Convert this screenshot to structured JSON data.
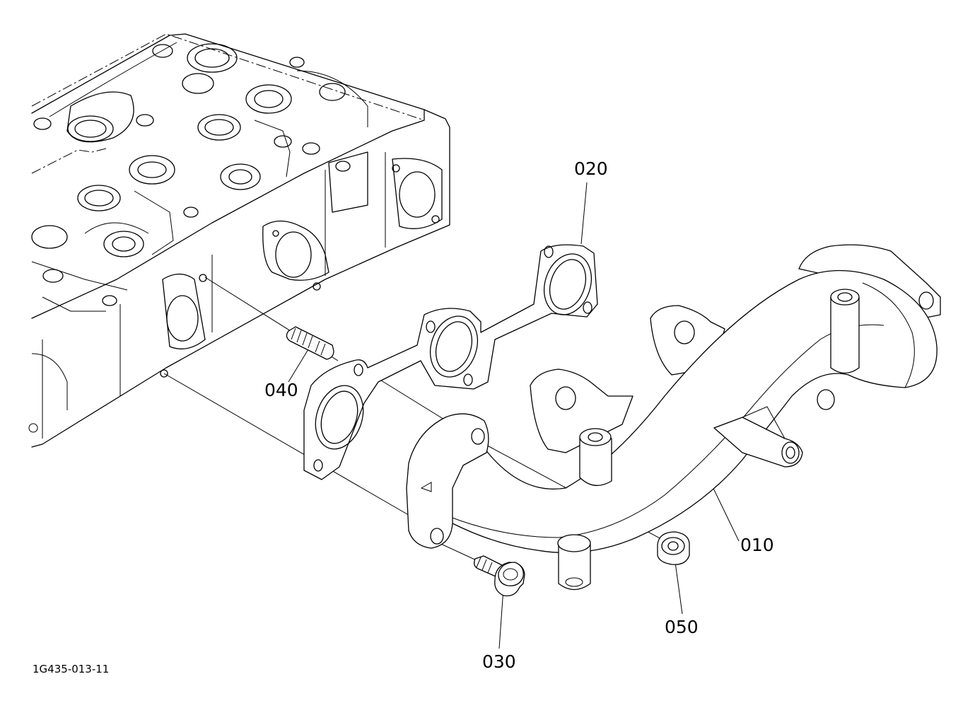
{
  "callouts": [
    {
      "id": "020",
      "label": "020"
    },
    {
      "id": "040",
      "label": "040"
    },
    {
      "id": "010",
      "label": "010"
    },
    {
      "id": "050",
      "label": "050"
    },
    {
      "id": "030",
      "label": "030"
    }
  ],
  "drawing_code": "1G435-013-11"
}
